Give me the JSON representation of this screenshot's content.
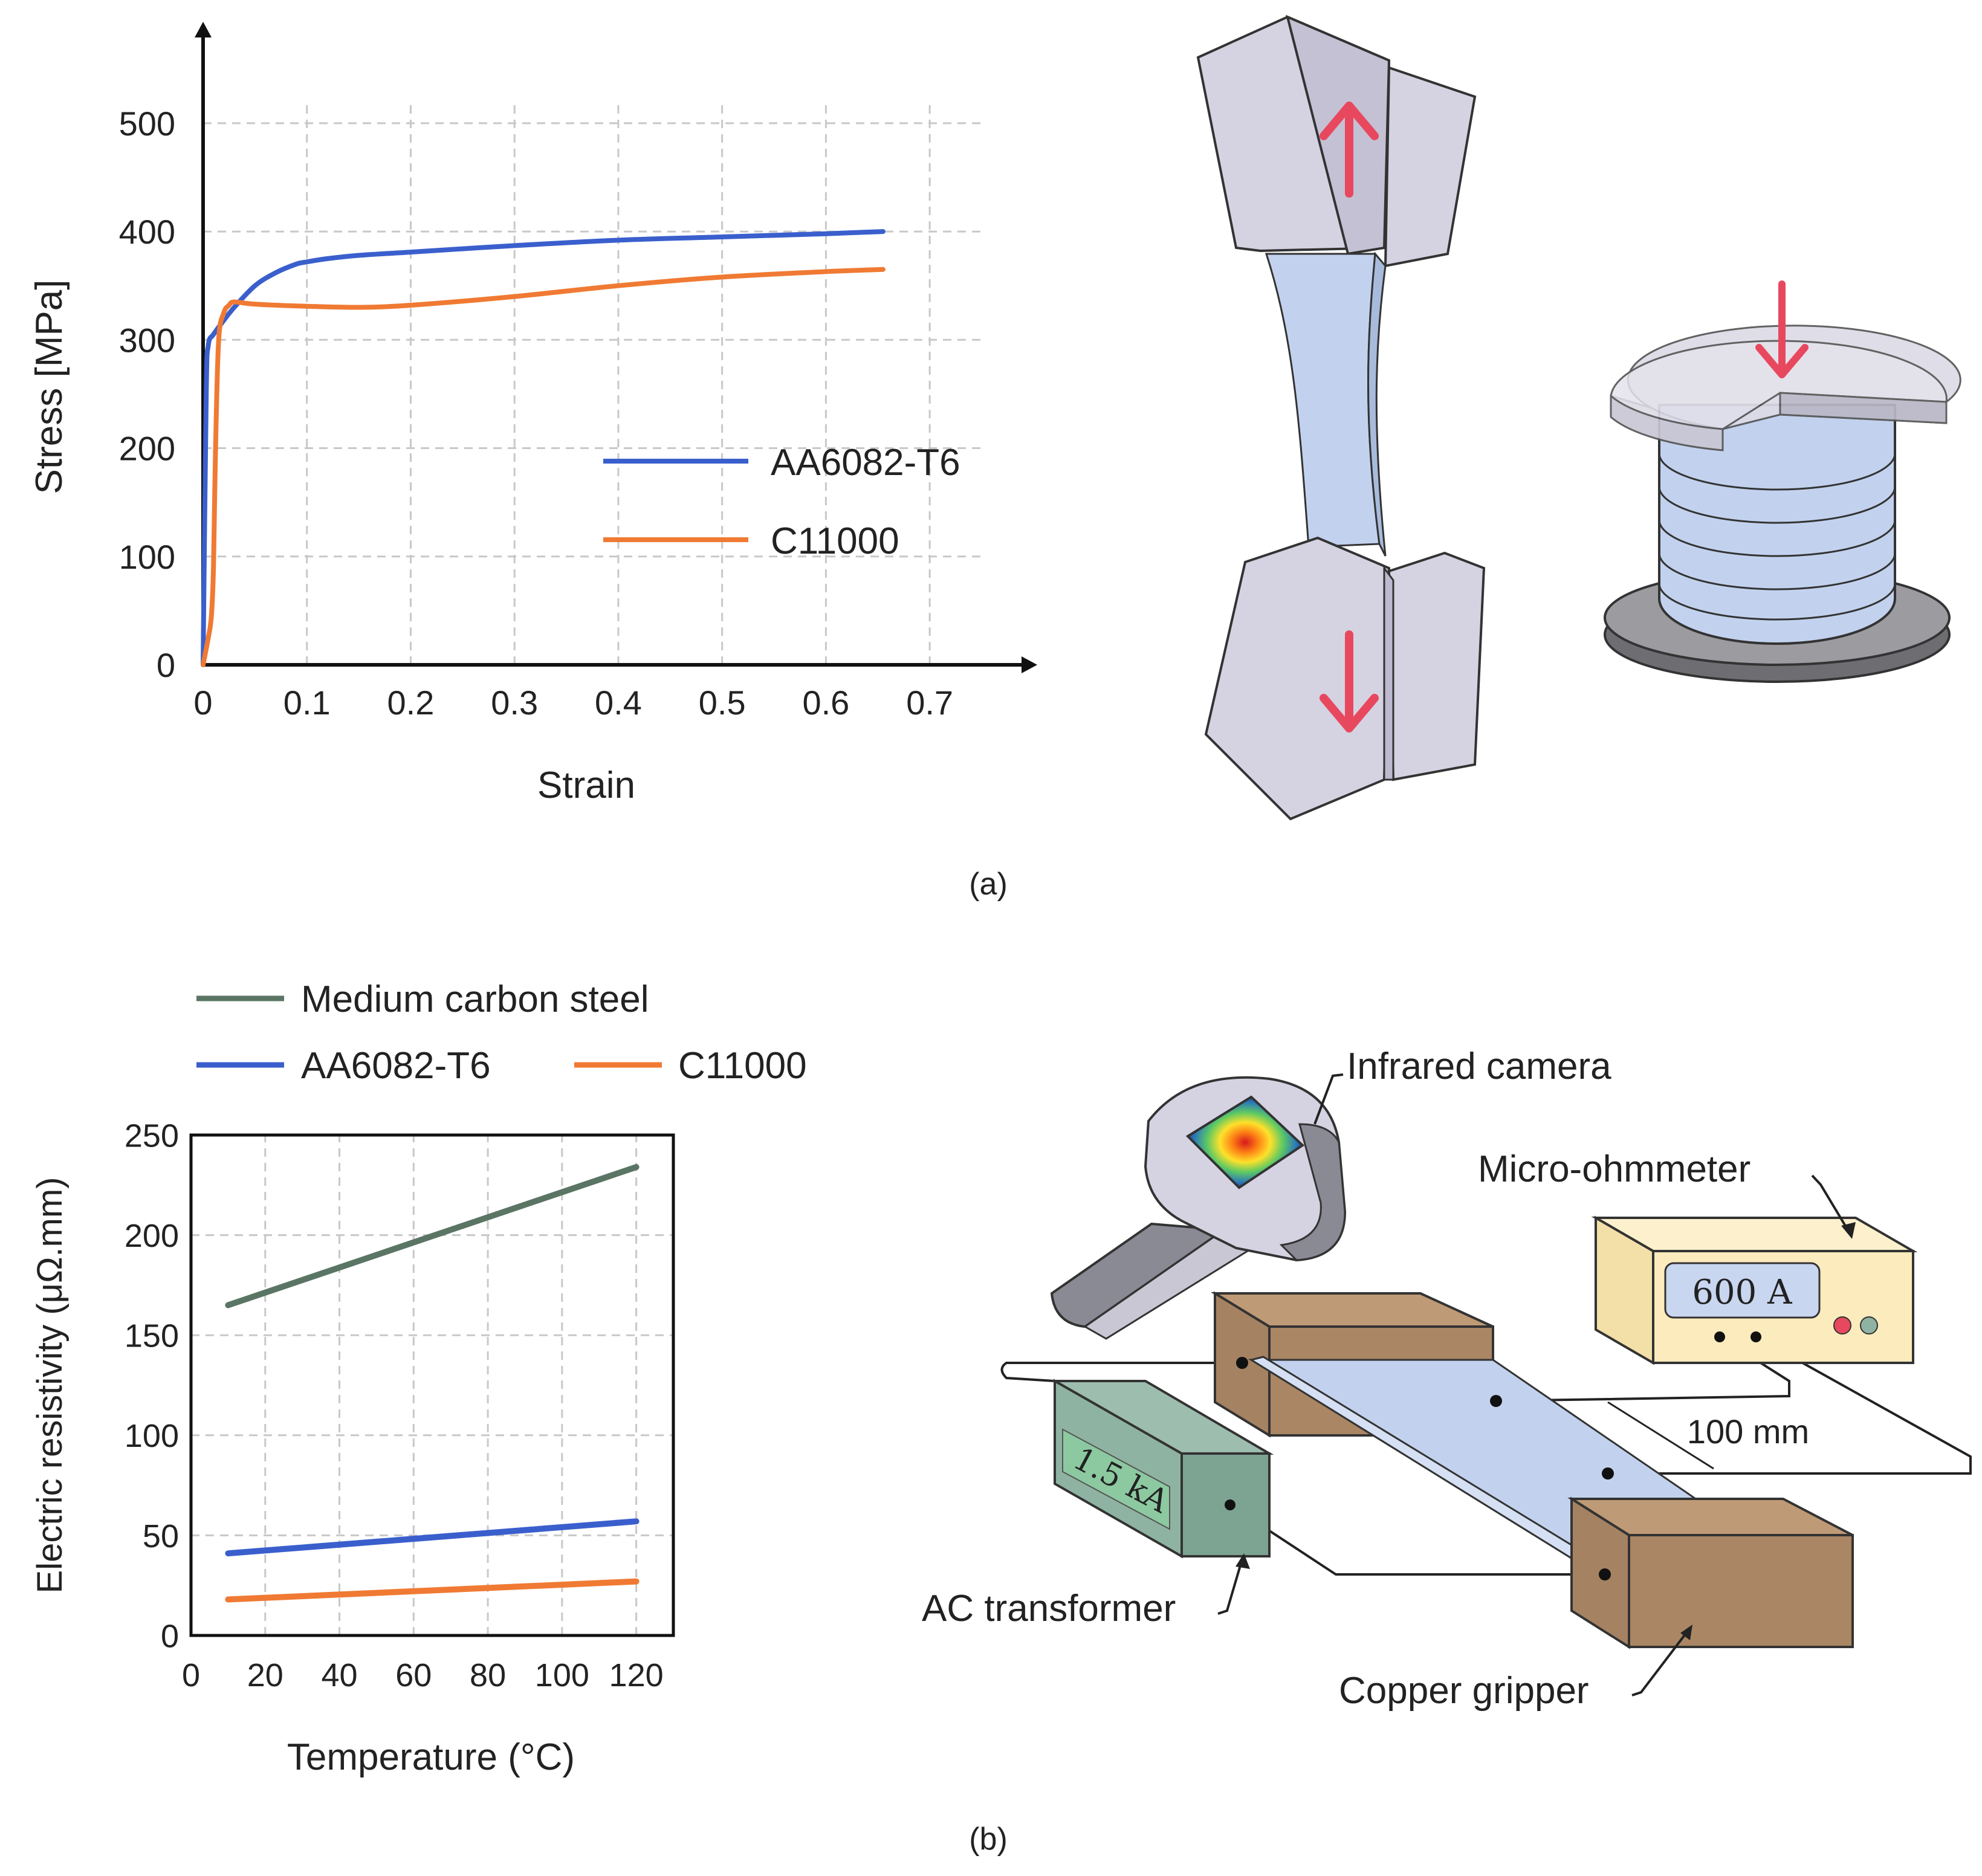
{
  "panels": {
    "a_caption": "(a)",
    "b_caption": "(b)"
  },
  "chart_data": [
    {
      "type": "line",
      "xlabel": "Strain",
      "ylabel": "Stress [MPa]",
      "xlim": [
        0,
        0.75
      ],
      "ylim": [
        0,
        520
      ],
      "xticks": [
        0,
        0.1,
        0.2,
        0.3,
        0.4,
        0.5,
        0.6,
        0.7
      ],
      "yticks": [
        0,
        100,
        200,
        300,
        400,
        500
      ],
      "xtick_labels": [
        "0",
        "0.1",
        "0.2",
        "0.3",
        "0.4",
        "0.5",
        "0.6",
        "0.7"
      ],
      "ytick_labels": [
        "0",
        "100",
        "200",
        "300",
        "400",
        "500"
      ],
      "grid": true,
      "legend_position": "center-right",
      "series": [
        {
          "name": "AA6082-T6",
          "color": "#3a5fcd",
          "x": [
            0,
            0.003,
            0.005,
            0.01,
            0.02,
            0.03,
            0.05,
            0.07,
            0.09,
            0.1,
            0.12,
            0.15,
            0.2,
            0.3,
            0.4,
            0.5,
            0.6,
            0.655
          ],
          "y": [
            0,
            250,
            295,
            305,
            318,
            330,
            350,
            362,
            370,
            372,
            375,
            378,
            381,
            387,
            392,
            395,
            398,
            400
          ]
        },
        {
          "name": "C11000",
          "color": "#f07a33",
          "x": [
            0,
            0.005,
            0.008,
            0.01,
            0.012,
            0.015,
            0.02,
            0.025,
            0.03,
            0.05,
            0.1,
            0.15,
            0.2,
            0.3,
            0.4,
            0.5,
            0.6,
            0.655
          ],
          "y": [
            0,
            25,
            45,
            90,
            200,
            300,
            325,
            332,
            335,
            333,
            331,
            330,
            332,
            340,
            350,
            358,
            363,
            365
          ]
        }
      ]
    },
    {
      "type": "line",
      "xlabel": "Temperature (°C)",
      "ylabel": "Electric resistivity (μΩ.mm)",
      "xlim": [
        0,
        130
      ],
      "ylim": [
        0,
        250
      ],
      "xticks": [
        0,
        20,
        40,
        60,
        80,
        100,
        120
      ],
      "yticks": [
        0,
        50,
        100,
        150,
        200,
        250
      ],
      "xtick_labels": [
        "0",
        "20",
        "40",
        "60",
        "80",
        "100",
        "120"
      ],
      "ytick_labels": [
        "0",
        "50",
        "100",
        "150",
        "200",
        "250"
      ],
      "grid": true,
      "legend_position": "top",
      "series": [
        {
          "name": "Medium carbon steel",
          "color": "#5a7564",
          "x": [
            10,
            120
          ],
          "y": [
            165,
            234
          ]
        },
        {
          "name": "AA6082-T6",
          "color": "#3a5fcd",
          "x": [
            10,
            120
          ],
          "y": [
            41,
            57
          ]
        },
        {
          "name": "C11000",
          "color": "#f07a33",
          "x": [
            10,
            120
          ],
          "y": [
            18,
            27
          ]
        }
      ]
    }
  ],
  "diagram": {
    "infrared_camera": "Infrared camera",
    "micro_ohmmeter": "Micro-ohmmeter",
    "ohmmeter_display": "600 A",
    "transformer_display": "1.5 kA",
    "gauge_length": "100 mm",
    "ac_transformer": "AC transformer",
    "copper_gripper": "Copper gripper"
  },
  "colors": {
    "arrow_red": "#e8485e",
    "grip_gray": "#d5d3e2",
    "specimen_blue": "#c2d2ee",
    "copper_brown": "#aa8664",
    "transformer_green": "#8fb3a2",
    "ohmmeter_yellow": "#fcebbd"
  }
}
